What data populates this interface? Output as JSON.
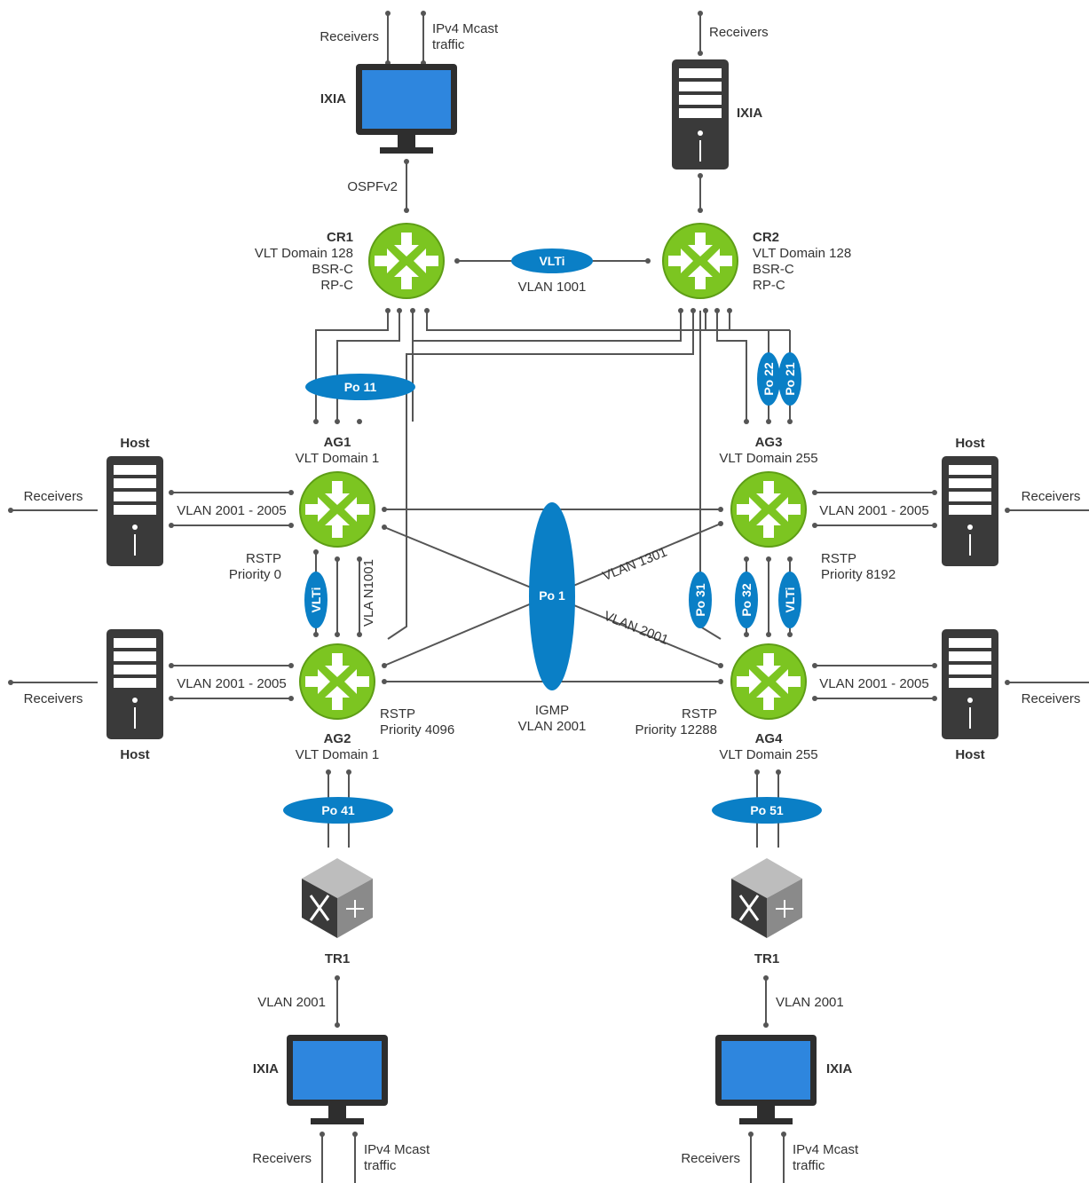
{
  "colors": {
    "router_green": "#7CC521",
    "router_green_stroke": "#5E9E16",
    "oval_blue": "#0A7FC6",
    "screen_blue": "#2E86DE",
    "device_dark": "#3A3A3A",
    "line_gray": "#555555"
  },
  "devices": {
    "ixia_top_left": {
      "icon": "monitor-icon",
      "label": "IXIA",
      "recv": "Receivers",
      "traffic_line1": "IPv4 Mcast",
      "traffic_line2": "traffic",
      "link_label": "OSPFv2"
    },
    "ixia_top_right": {
      "icon": "server-tower-icon",
      "label": "IXIA",
      "recv": "Receivers"
    },
    "cr1": {
      "icon": "router-icon",
      "name": "CR1",
      "line2": "VLT Domain 128",
      "line3": "BSR-C",
      "line4": "RP-C"
    },
    "cr2": {
      "icon": "router-icon",
      "name": "CR2",
      "line2": "VLT Domain 128",
      "line3": "BSR-C",
      "line4": "RP-C"
    },
    "ag1": {
      "icon": "router-icon",
      "name": "AG1",
      "line2": "VLT Domain 1",
      "rstp": "RSTP",
      "priority": "Priority 0"
    },
    "ag2": {
      "icon": "router-icon",
      "name": "AG2",
      "line2": "VLT Domain 1",
      "rstp": "RSTP",
      "priority": "Priority 4096"
    },
    "ag3": {
      "icon": "router-icon",
      "name": "AG3",
      "line2": "VLT Domain 255",
      "rstp": "RSTP",
      "priority": "Priority 8192"
    },
    "ag4": {
      "icon": "router-icon",
      "name": "AG4",
      "line2": "VLT Domain 255",
      "rstp": "RSTP",
      "priority": "Priority 12288"
    },
    "host_tl": {
      "icon": "server-icon",
      "label": "Host",
      "recv": "Receivers",
      "vlan": "VLAN 2001 - 2005"
    },
    "host_bl": {
      "icon": "server-icon",
      "label": "Host",
      "recv": "Receivers",
      "vlan": "VLAN 2001 - 2005"
    },
    "host_tr": {
      "icon": "server-icon",
      "label": "Host",
      "recv": "Receivers",
      "vlan": "VLAN 2001 - 2005"
    },
    "host_br": {
      "icon": "server-icon",
      "label": "Host",
      "recv": "Receivers",
      "vlan": "VLAN 2001 - 2005"
    },
    "tr1_left": {
      "icon": "switch-cube-icon",
      "label": "TR1"
    },
    "tr1_right": {
      "icon": "switch-cube-icon",
      "label": "TR1"
    },
    "ixia_bottom_left": {
      "icon": "monitor-icon",
      "label": "IXIA",
      "vlan": "VLAN 2001",
      "recv": "Receivers",
      "traffic_line1": "IPv4 Mcast",
      "traffic_line2": "traffic"
    },
    "ixia_bottom_right": {
      "icon": "monitor-icon",
      "label": "IXIA",
      "vlan": "VLAN 2001",
      "recv": "Receivers",
      "traffic_line1": "IPv4 Mcast",
      "traffic_line2": "traffic"
    }
  },
  "links": {
    "vlti_core": "VLTi",
    "vlan_core": "VLAN 1001",
    "po11": "Po 11",
    "po22": "Po 22",
    "po21": "Po 21",
    "po1": "Po 1",
    "igmp": "IGMP",
    "igmp_vlan": "VLAN 2001",
    "vlti_ag12": "VLTi",
    "vlan_n1001": "VLA N1001",
    "vlan_1301": "VLAN 1301",
    "vlan_2001_diag": "VLAN 2001",
    "po31": "Po 31",
    "po32": "Po 32",
    "vlti_ag34": "VLTi",
    "po41": "Po 41",
    "po51": "Po 51"
  }
}
